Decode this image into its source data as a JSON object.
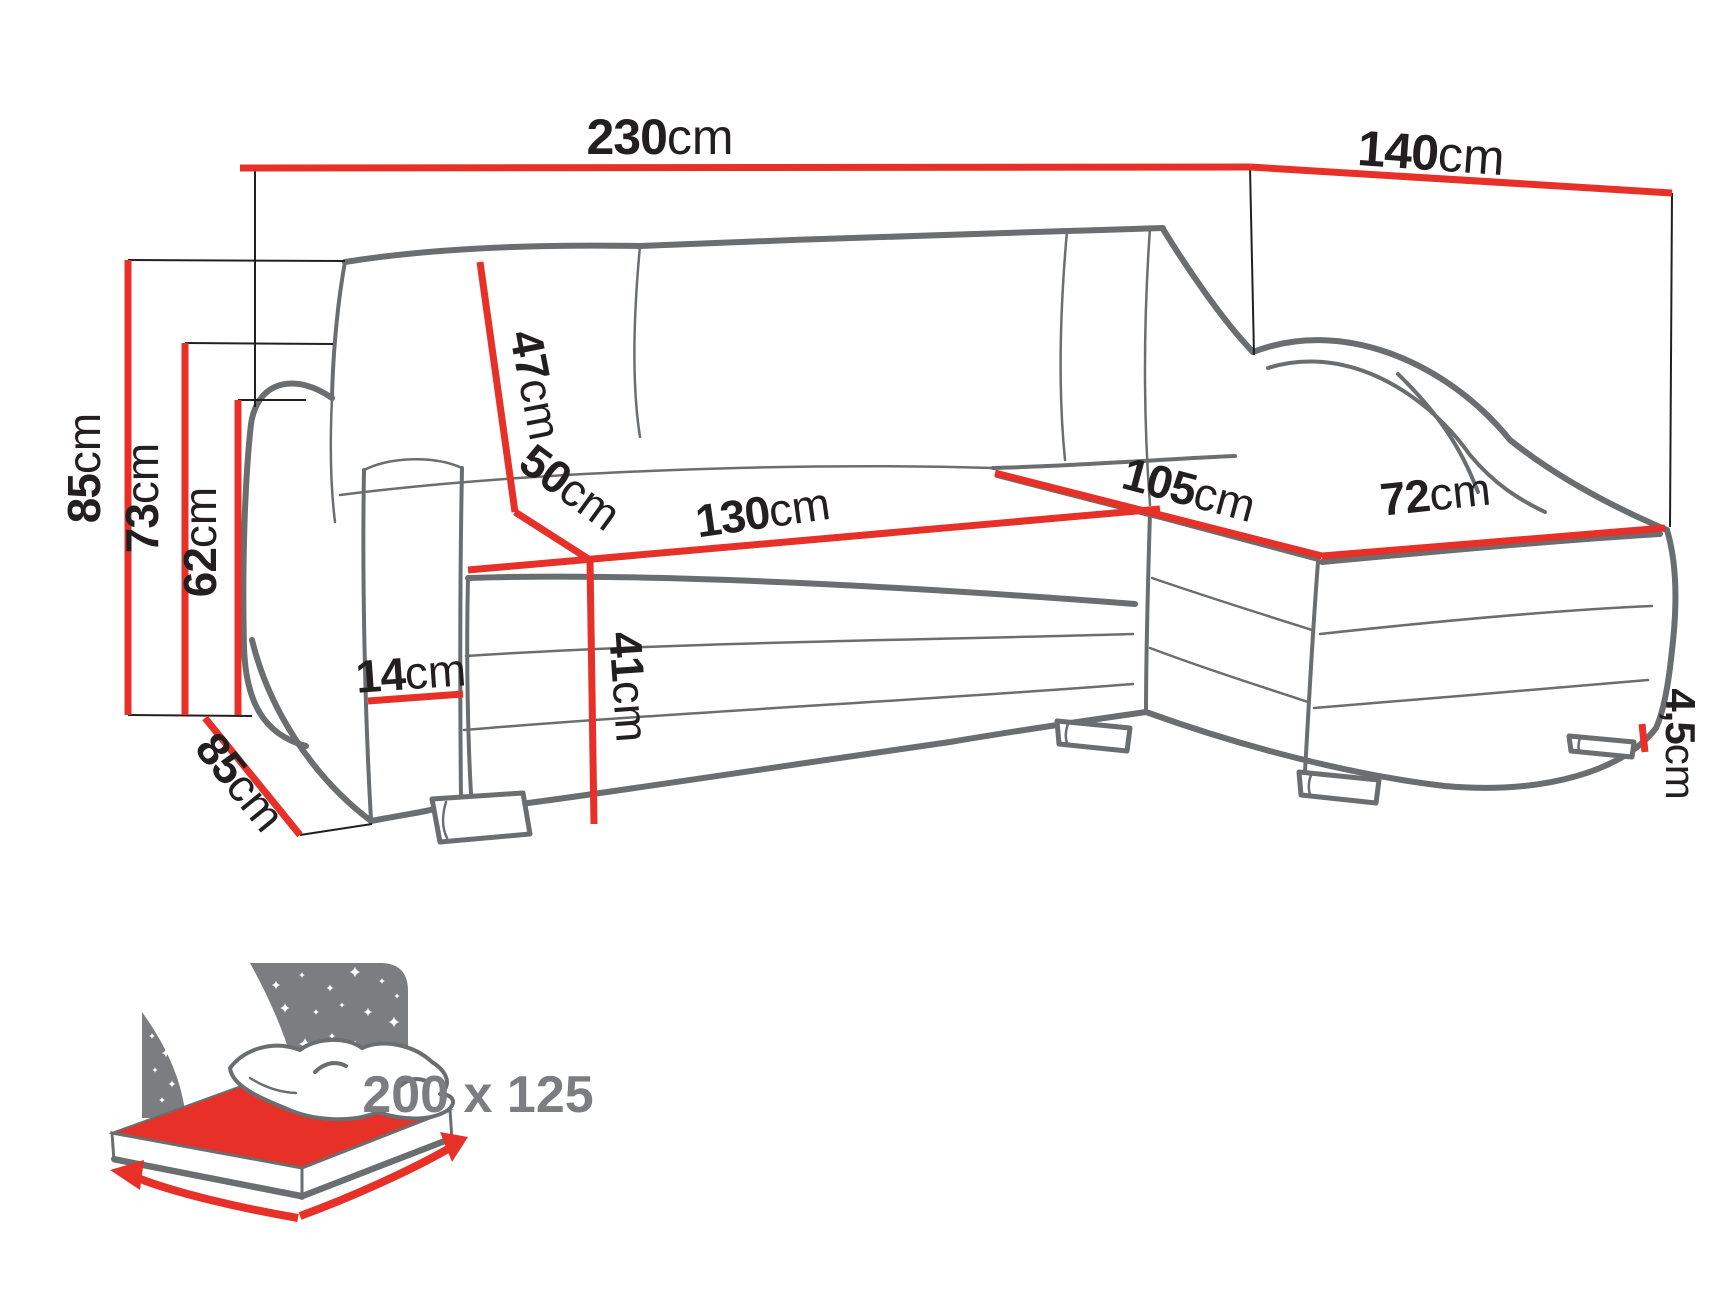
{
  "diagram": {
    "colors": {
      "dimension_red": "#e73128",
      "outline_gray": "#6a6e70",
      "label_black": "#231f20",
      "icon_gray": "#7b7d80"
    },
    "dimensions": {
      "total_width": {
        "value": "230",
        "unit": "cm"
      },
      "total_depth": {
        "value": "140",
        "unit": "cm"
      },
      "total_height": {
        "value": "85",
        "unit": "cm"
      },
      "backrest_height": {
        "value": "73",
        "unit": "cm"
      },
      "armrest_height": {
        "value": "62",
        "unit": "cm"
      },
      "back_cushion_height": {
        "value": "47",
        "unit": "cm"
      },
      "seat_depth": {
        "value": "50",
        "unit": "cm"
      },
      "seat_width": {
        "value": "130",
        "unit": "cm"
      },
      "seat_height": {
        "value": "41",
        "unit": "cm"
      },
      "chaise_length": {
        "value": "105",
        "unit": "cm"
      },
      "chaise_width": {
        "value": "72",
        "unit": "cm"
      },
      "armrest_width": {
        "value": "14",
        "unit": "cm"
      },
      "side_depth": {
        "value": "85",
        "unit": "cm"
      },
      "leg_height": {
        "value": "4,5",
        "unit": "cm"
      }
    },
    "sleeping_area": {
      "label": "200 x 125",
      "icon": "bed-sleeping-icon"
    }
  }
}
